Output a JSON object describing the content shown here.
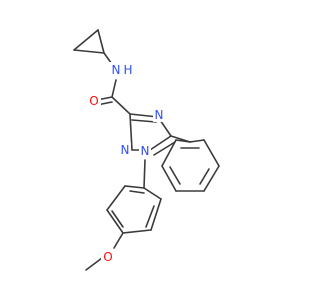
{
  "molecule": {
    "colors": {
      "bond": "#3a3a3a",
      "carbon": "#3a3a3a",
      "nitrogen": "#3050F8",
      "oxygen": "#FF0D0D"
    },
    "atoms": [
      {
        "id": "n_amide",
        "symbol": "N",
        "label": "N",
        "hydrogen": "H",
        "color_key": "nitrogen"
      },
      {
        "id": "o_carbonyl",
        "symbol": "O",
        "label": "O",
        "color_key": "oxygen"
      },
      {
        "id": "n_triazole_4",
        "symbol": "N",
        "label": "N",
        "color_key": "nitrogen"
      },
      {
        "id": "n_triazole_2",
        "symbol": "N",
        "label": "N",
        "color_key": "nitrogen"
      },
      {
        "id": "n_triazole_1",
        "symbol": "N",
        "label": "N",
        "color_key": "nitrogen"
      },
      {
        "id": "o_methoxy",
        "symbol": "O",
        "label": "O",
        "color_key": "oxygen"
      }
    ]
  }
}
